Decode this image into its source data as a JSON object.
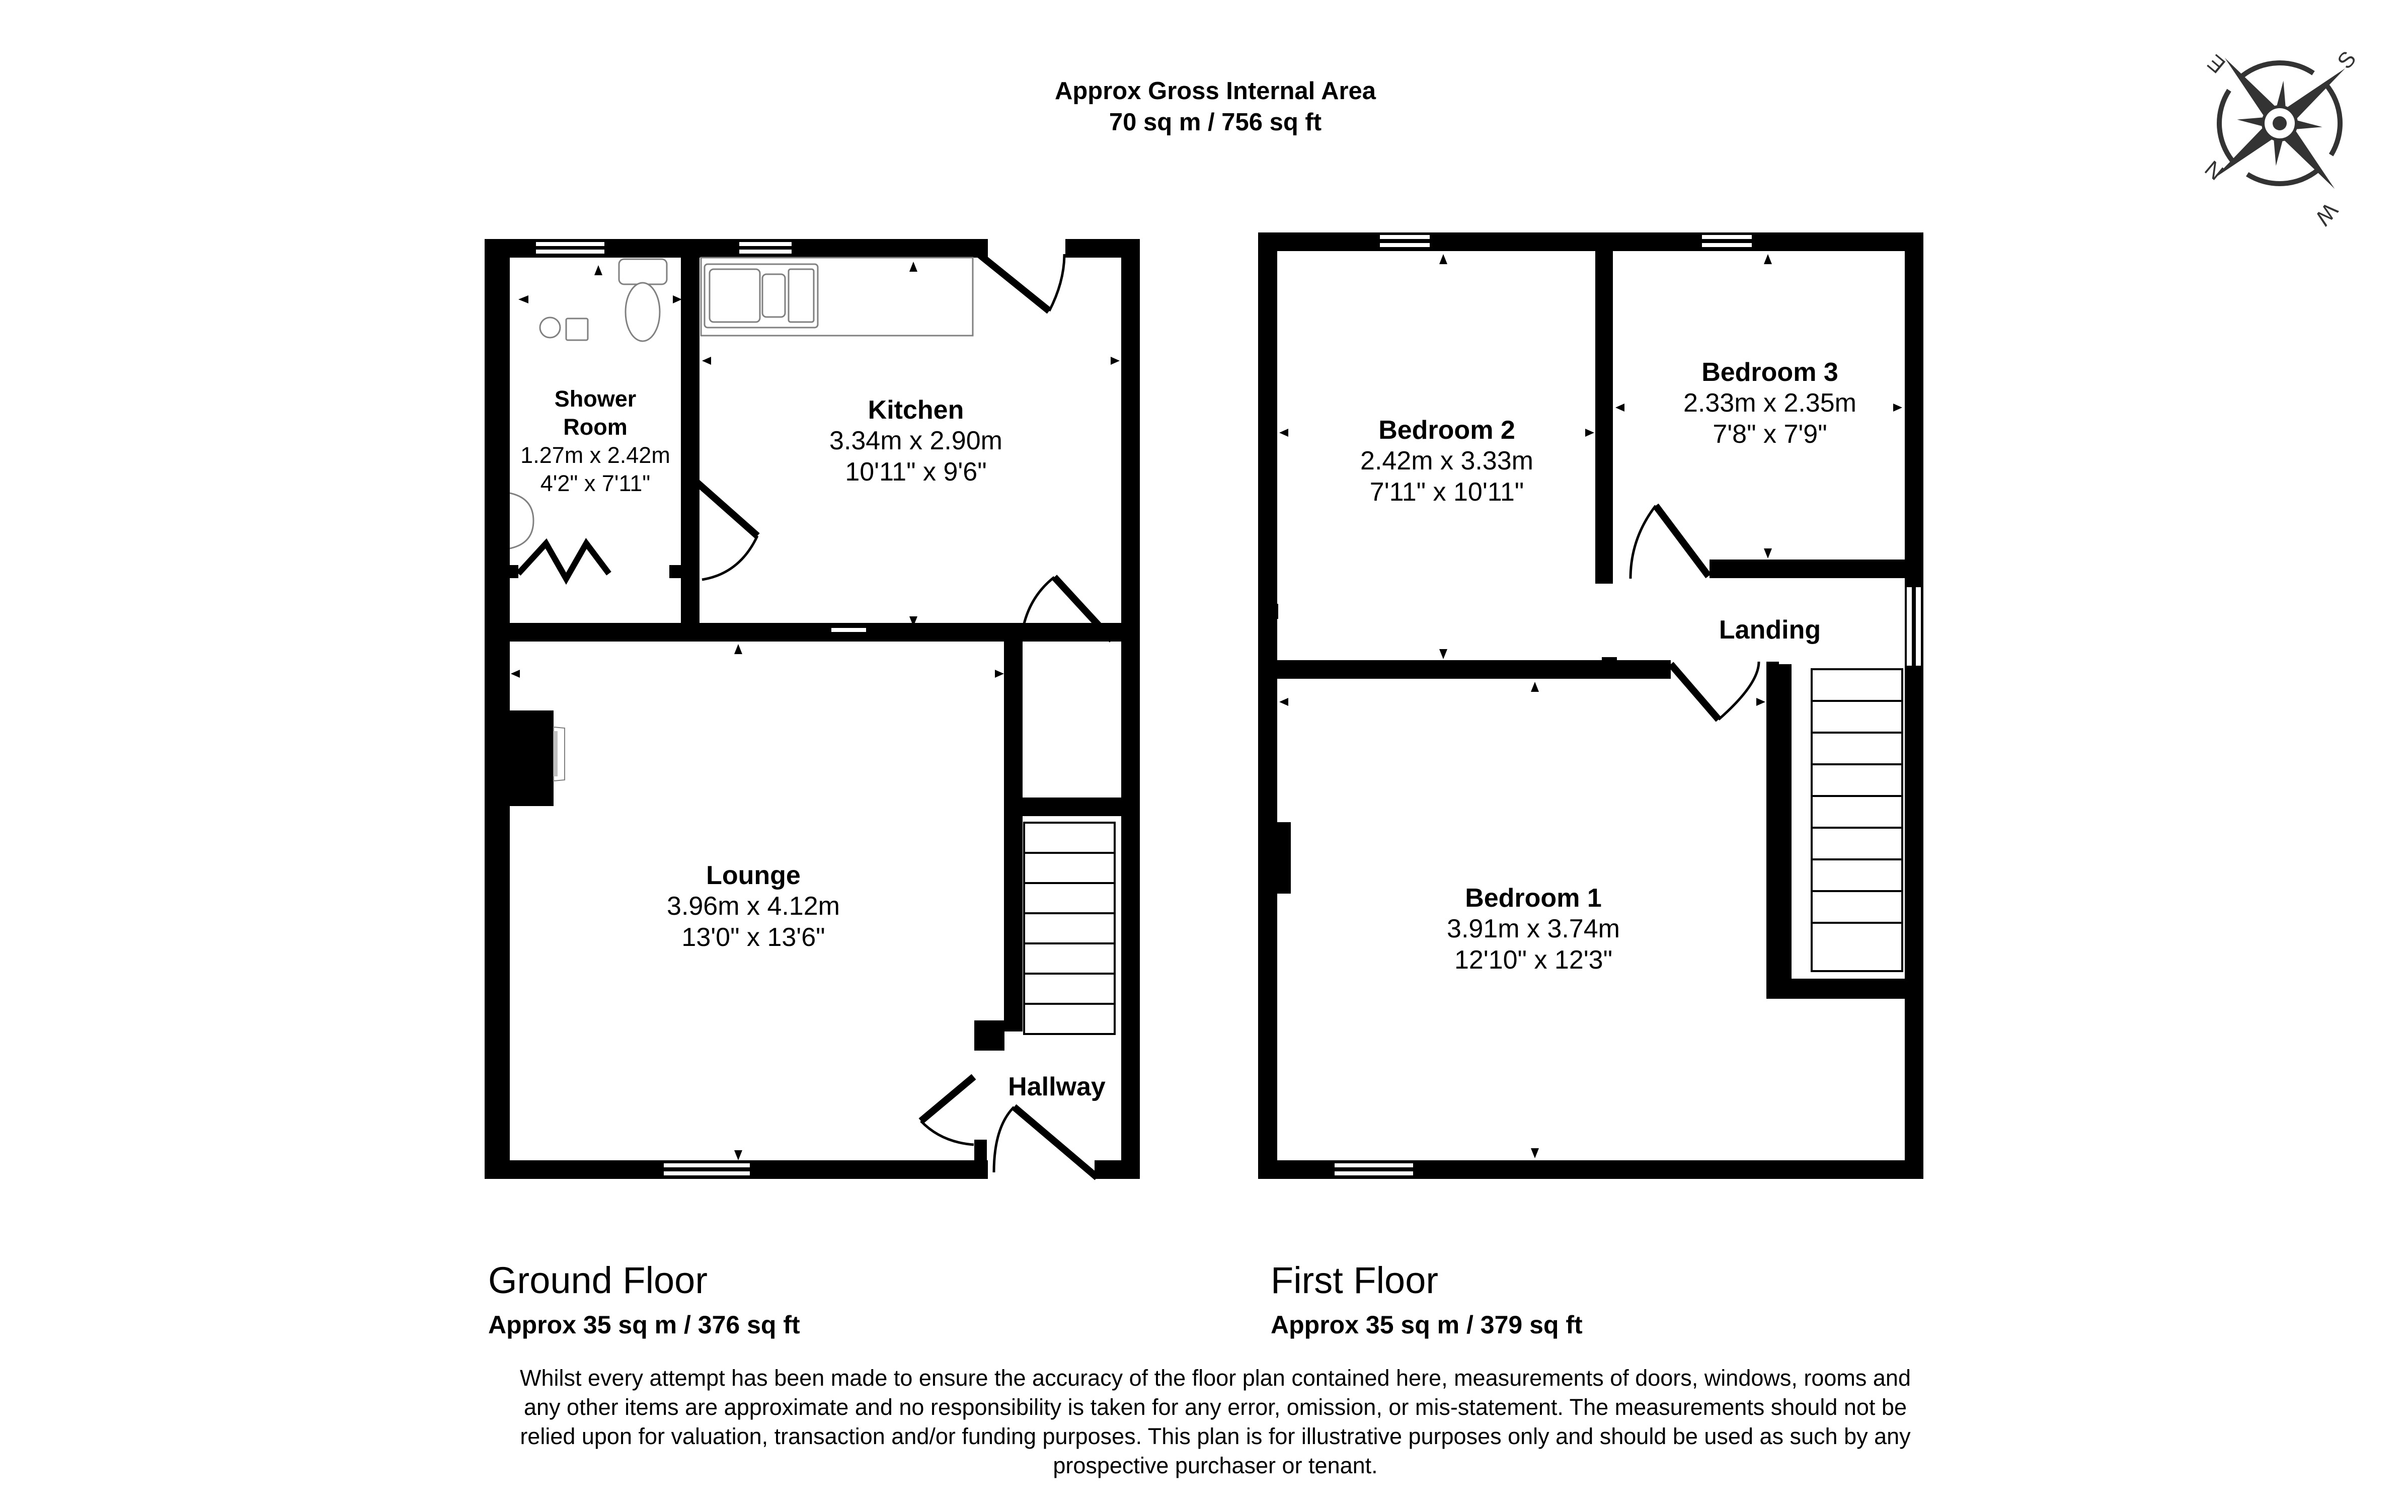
{
  "header": {
    "title": "Approx Gross Internal Area",
    "total_area": "70 sq m / 756 sq ft"
  },
  "compass": {
    "letters": {
      "north": "N",
      "east": "E",
      "south": "S",
      "west": "W"
    },
    "color": "#333333"
  },
  "colors": {
    "wall": "#000000",
    "fixture_outline": "#808080",
    "fireplace_fill": "#c0c0c0",
    "background": "#ffffff"
  },
  "ground_floor": {
    "title": "Ground Floor",
    "area": "Approx 35 sq m / 376 sq ft",
    "rooms": [
      {
        "name_line1": "Shower",
        "name_line2": "Room",
        "metric": "1.27m x 2.42m",
        "imperial": "4'2\" x 7'11\""
      },
      {
        "name": "Kitchen",
        "metric": "3.34m x 2.90m",
        "imperial": "10'11\" x 9'6\""
      },
      {
        "name": "Lounge",
        "metric": "3.96m x 4.12m",
        "imperial": "13'0\" x 13'6\""
      },
      {
        "name": "Hallway"
      }
    ]
  },
  "first_floor": {
    "title": "First Floor",
    "area": "Approx 35 sq m / 379 sq ft",
    "rooms": [
      {
        "name": "Bedroom 2",
        "metric": "2.42m x 3.33m",
        "imperial": "7'11\" x 10'11\""
      },
      {
        "name": "Bedroom 3",
        "metric": "2.33m x 2.35m",
        "imperial": "7'8\" x 7'9\""
      },
      {
        "name": "Landing"
      },
      {
        "name": "Bedroom 1",
        "metric": "3.91m x 3.74m",
        "imperial": "12'10\" x 12'3\""
      }
    ]
  },
  "disclaimer": {
    "lines": [
      "Whilst every attempt has been made to ensure the accuracy of the floor plan contained here, measurements of doors, windows, rooms and",
      "any other items are approximate and no responsibility is taken for any error, omission, or mis-statement. The measurements should not be",
      "relied upon for valuation, transaction and/or funding purposes. This plan is for illustrative purposes only and should be used as such by any",
      "prospective purchaser or tenant."
    ]
  }
}
